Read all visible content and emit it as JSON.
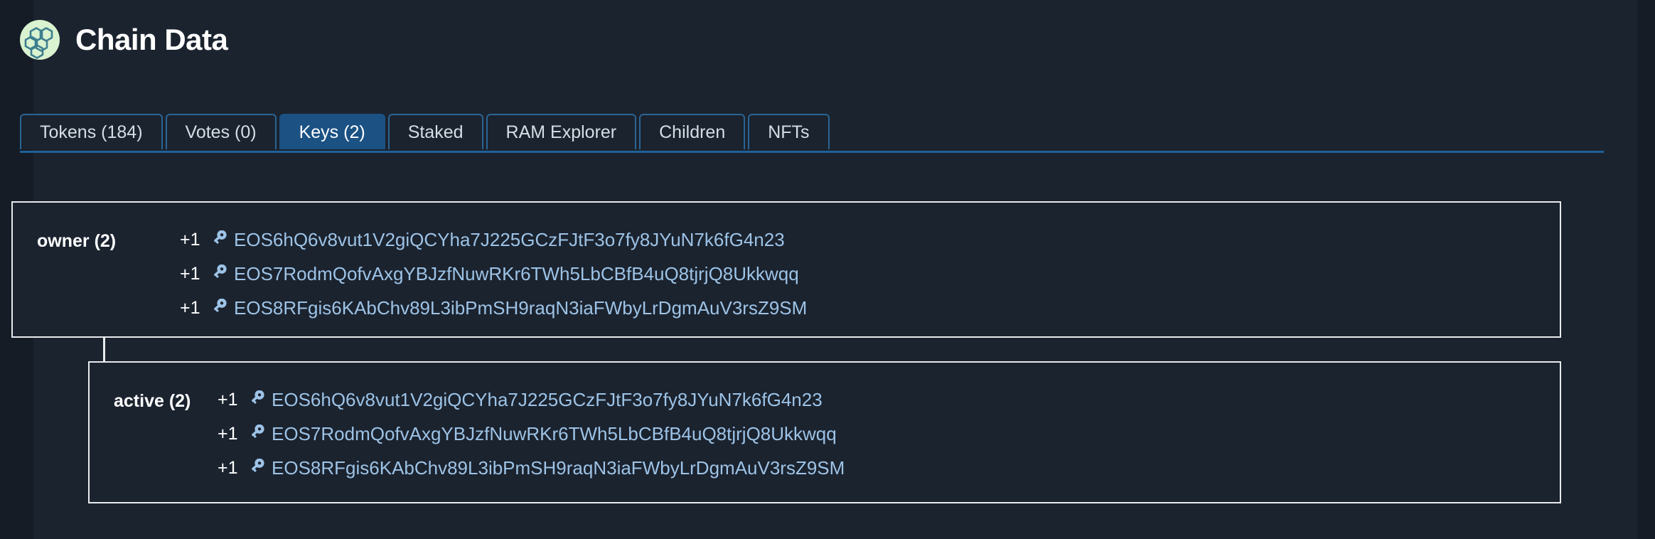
{
  "window": {
    "background_color": "#151c26",
    "panel_color": "#1b232f"
  },
  "header": {
    "title": "Chain Data",
    "logo_icon": "hexagon-cluster-logo-icon",
    "logo_background": "#d9f2d0",
    "logo_stroke": "#3d7e8f"
  },
  "tabs": {
    "underline_color": "#1f6199",
    "active_color": "#1b5183",
    "border_color": "#2a6593",
    "items": [
      {
        "label": "Tokens (184)",
        "active": false
      },
      {
        "label": "Votes (0)",
        "active": false
      },
      {
        "label": "Keys (2)",
        "active": true
      },
      {
        "label": "Staked",
        "active": false
      },
      {
        "label": "RAM Explorer",
        "active": false
      },
      {
        "label": "Children",
        "active": false
      },
      {
        "label": "NFTs",
        "active": false
      }
    ]
  },
  "permissions": [
    {
      "name": "owner-permission",
      "label": "owner (2)",
      "keys": [
        {
          "weight": "+1",
          "icon": "key-icon",
          "public_key": "EOS6hQ6v8vut1V2giQCYha7J225GCzFJtF3o7fy8JYuN7k6fG4n23"
        },
        {
          "weight": "+1",
          "icon": "key-icon",
          "public_key": "EOS7RodmQofvAxgYBJzfNuwRKr6TWh5LbCBfB4uQ8tjrjQ8Ukkwqq"
        },
        {
          "weight": "+1",
          "icon": "key-icon",
          "public_key": "EOS8RFgis6KAbChv89L3ibPmSH9raqN3iaFWbyLrDgmAuV3rsZ9SM"
        }
      ]
    },
    {
      "name": "active-permission",
      "label": "active (2)",
      "keys": [
        {
          "weight": "+1",
          "icon": "key-icon",
          "public_key": "EOS6hQ6v8vut1V2giQCYha7J225GCzFJtF3o7fy8JYuN7k6fG4n23"
        },
        {
          "weight": "+1",
          "icon": "key-icon",
          "public_key": "EOS7RodmQofvAxgYBJzfNuwRKr6TWh5LbCBfB4uQ8tjrjQ8Ukkwqq"
        },
        {
          "weight": "+1",
          "icon": "key-icon",
          "public_key": "EOS8RFgis6KAbChv89L3ibPmSH9raqN3iaFWbyLrDgmAuV3rsZ9SM"
        }
      ]
    }
  ],
  "colors": {
    "key_text": "#9dc3e6",
    "key_glyph": "#9dc3e6",
    "box_border": "#e8ebee",
    "label_text": "#ffffff",
    "tab_text": "#d6dde5"
  }
}
